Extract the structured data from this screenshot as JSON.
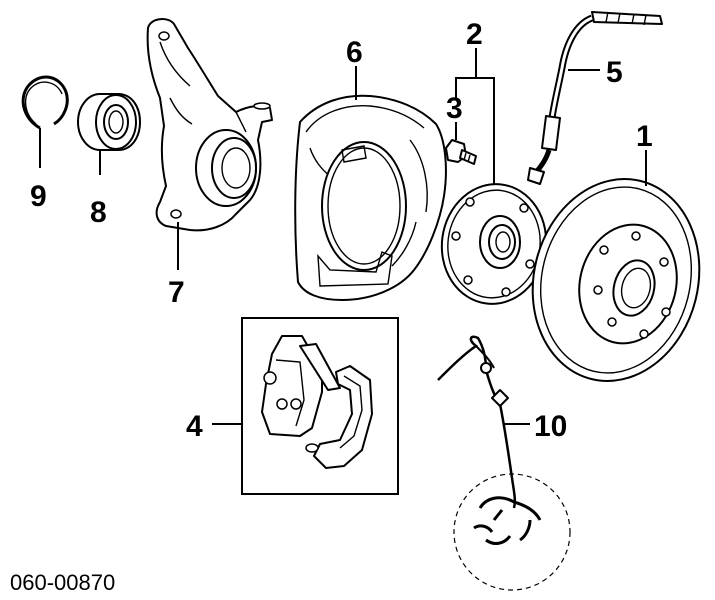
{
  "callouts": {
    "c1": "1",
    "c2": "2",
    "c3": "3",
    "c4": "4",
    "c5": "5",
    "c6": "6",
    "c7": "7",
    "c8": "8",
    "c9": "9",
    "c10": "10"
  },
  "diagram_code": "060-00870",
  "parts": [
    {
      "number": "1",
      "icon": "brake-rotor-icon"
    },
    {
      "number": "2",
      "icon": "wheel-hub-icon"
    },
    {
      "number": "3",
      "icon": "hub-bolt-icon"
    },
    {
      "number": "4",
      "icon": "brake-caliper-icon"
    },
    {
      "number": "5",
      "icon": "brake-hose-icon"
    },
    {
      "number": "6",
      "icon": "dust-shield-icon"
    },
    {
      "number": "7",
      "icon": "steering-knuckle-icon"
    },
    {
      "number": "8",
      "icon": "wheel-bearing-icon"
    },
    {
      "number": "9",
      "icon": "snap-ring-icon"
    },
    {
      "number": "10",
      "icon": "abs-sensor-wire-icon"
    }
  ]
}
